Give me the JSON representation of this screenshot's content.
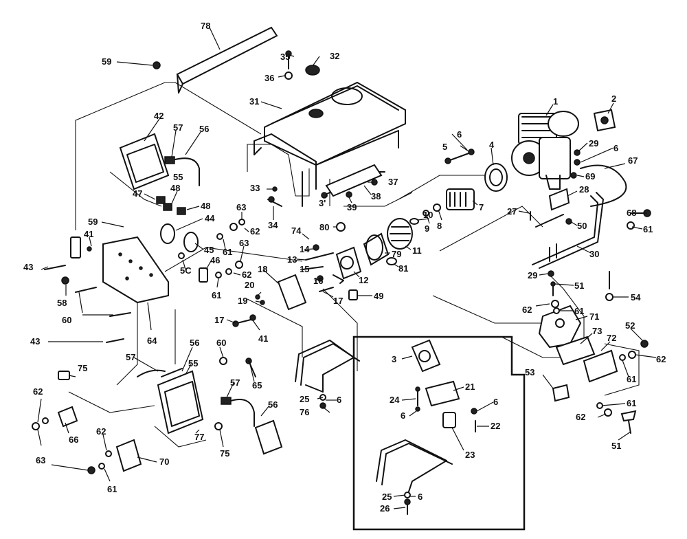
{
  "callouts": [
    {
      "id": "c78",
      "text": "78"
    },
    {
      "id": "c59a",
      "text": "59"
    },
    {
      "id": "c35",
      "text": "35"
    },
    {
      "id": "c32",
      "text": "32"
    },
    {
      "id": "c36",
      "text": "36"
    },
    {
      "id": "c31",
      "text": "31"
    },
    {
      "id": "c1",
      "text": "1"
    },
    {
      "id": "c2",
      "text": "2"
    },
    {
      "id": "c42",
      "text": "42"
    },
    {
      "id": "c57a",
      "text": "57"
    },
    {
      "id": "c56a",
      "text": "56"
    },
    {
      "id": "c55a",
      "text": "55"
    },
    {
      "id": "c6a",
      "text": "6"
    },
    {
      "id": "c5",
      "text": "5"
    },
    {
      "id": "c4",
      "text": "4"
    },
    {
      "id": "c29a",
      "text": "29"
    },
    {
      "id": "c6b",
      "text": "6"
    },
    {
      "id": "c67",
      "text": "67"
    },
    {
      "id": "c69",
      "text": "69"
    },
    {
      "id": "c33",
      "text": "33"
    },
    {
      "id": "c37",
      "text": "37"
    },
    {
      "id": "c47",
      "text": "47"
    },
    {
      "id": "c48a",
      "text": "48"
    },
    {
      "id": "c48b",
      "text": "48"
    },
    {
      "id": "c3p",
      "text": "3'"
    },
    {
      "id": "c39",
      "text": "39"
    },
    {
      "id": "c38",
      "text": "38"
    },
    {
      "id": "c28",
      "text": "28"
    },
    {
      "id": "c27",
      "text": "27"
    },
    {
      "id": "c7",
      "text": "7"
    },
    {
      "id": "c63a",
      "text": "63"
    },
    {
      "id": "c34",
      "text": "34"
    },
    {
      "id": "c59b",
      "text": "59"
    },
    {
      "id": "c44",
      "text": "44"
    },
    {
      "id": "c62a",
      "text": "62"
    },
    {
      "id": "c10",
      "text": "10"
    },
    {
      "id": "c9",
      "text": "9"
    },
    {
      "id": "c8",
      "text": "8"
    },
    {
      "id": "c68",
      "text": "68"
    },
    {
      "id": "c50",
      "text": "50"
    },
    {
      "id": "c61a",
      "text": "61"
    },
    {
      "id": "c74",
      "text": "74"
    },
    {
      "id": "c80",
      "text": "80"
    },
    {
      "id": "c41a",
      "text": "41"
    },
    {
      "id": "c45",
      "text": "45"
    },
    {
      "id": "c61b",
      "text": "61"
    },
    {
      "id": "c63b",
      "text": "63"
    },
    {
      "id": "c14",
      "text": "14"
    },
    {
      "id": "c11",
      "text": "11"
    },
    {
      "id": "c30",
      "text": "30"
    },
    {
      "id": "c79",
      "text": "79"
    },
    {
      "id": "c13",
      "text": "13"
    },
    {
      "id": "c5c",
      "text": "5C"
    },
    {
      "id": "c46",
      "text": "46"
    },
    {
      "id": "c43a",
      "text": "43"
    },
    {
      "id": "c15",
      "text": "15"
    },
    {
      "id": "c18",
      "text": "18"
    },
    {
      "id": "c62b",
      "text": "62"
    },
    {
      "id": "c81",
      "text": "81"
    },
    {
      "id": "c29b",
      "text": "29"
    },
    {
      "id": "c16",
      "text": "16"
    },
    {
      "id": "c12",
      "text": "12"
    },
    {
      "id": "c51a",
      "text": "51"
    },
    {
      "id": "c58",
      "text": "58"
    },
    {
      "id": "c61c",
      "text": "61"
    },
    {
      "id": "c20",
      "text": "20"
    },
    {
      "id": "c17a",
      "text": "17"
    },
    {
      "id": "c49",
      "text": "49"
    },
    {
      "id": "c54",
      "text": "54"
    },
    {
      "id": "c19",
      "text": "19"
    },
    {
      "id": "c62c",
      "text": "62"
    },
    {
      "id": "c61d",
      "text": "61"
    },
    {
      "id": "c60a",
      "text": "60"
    },
    {
      "id": "c71",
      "text": "71"
    },
    {
      "id": "c17b",
      "text": "17"
    },
    {
      "id": "c41b",
      "text": "41"
    },
    {
      "id": "c64",
      "text": "64"
    },
    {
      "id": "c43b",
      "text": "43"
    },
    {
      "id": "c73",
      "text": "73"
    },
    {
      "id": "c72",
      "text": "72"
    },
    {
      "id": "c52",
      "text": "52"
    },
    {
      "id": "c56b",
      "text": "56"
    },
    {
      "id": "c60b",
      "text": "60"
    },
    {
      "id": "c62d",
      "text": "62"
    },
    {
      "id": "c3",
      "text": "3"
    },
    {
      "id": "c57b",
      "text": "57"
    },
    {
      "id": "c75a",
      "text": "75"
    },
    {
      "id": "c55b",
      "text": "55"
    },
    {
      "id": "c65",
      "text": "65"
    },
    {
      "id": "c61e",
      "text": "61"
    },
    {
      "id": "c53",
      "text": "53"
    },
    {
      "id": "c57c",
      "text": "57"
    },
    {
      "id": "c21",
      "text": "21"
    },
    {
      "id": "c25a",
      "text": "25"
    },
    {
      "id": "c6c",
      "text": "6"
    },
    {
      "id": "c24",
      "text": "24"
    },
    {
      "id": "c6d",
      "text": "6"
    },
    {
      "id": "c76",
      "text": "76"
    },
    {
      "id": "c56c",
      "text": "56"
    },
    {
      "id": "c6e",
      "text": "6"
    },
    {
      "id": "c61f",
      "text": "61"
    },
    {
      "id": "c62e",
      "text": "62"
    },
    {
      "id": "c62f",
      "text": "62"
    },
    {
      "id": "c22",
      "text": "22"
    },
    {
      "id": "c66",
      "text": "66"
    },
    {
      "id": "c23",
      "text": "23"
    },
    {
      "id": "c51b",
      "text": "51"
    },
    {
      "id": "c62g",
      "text": "62"
    },
    {
      "id": "c77",
      "text": "77"
    },
    {
      "id": "c75b",
      "text": "75"
    },
    {
      "id": "c70",
      "text": "70"
    },
    {
      "id": "c63c",
      "text": "63"
    },
    {
      "id": "c61g",
      "text": "61"
    },
    {
      "id": "c25b",
      "text": "25"
    },
    {
      "id": "c6f",
      "text": "6"
    },
    {
      "id": "c26",
      "text": "26"
    }
  ]
}
